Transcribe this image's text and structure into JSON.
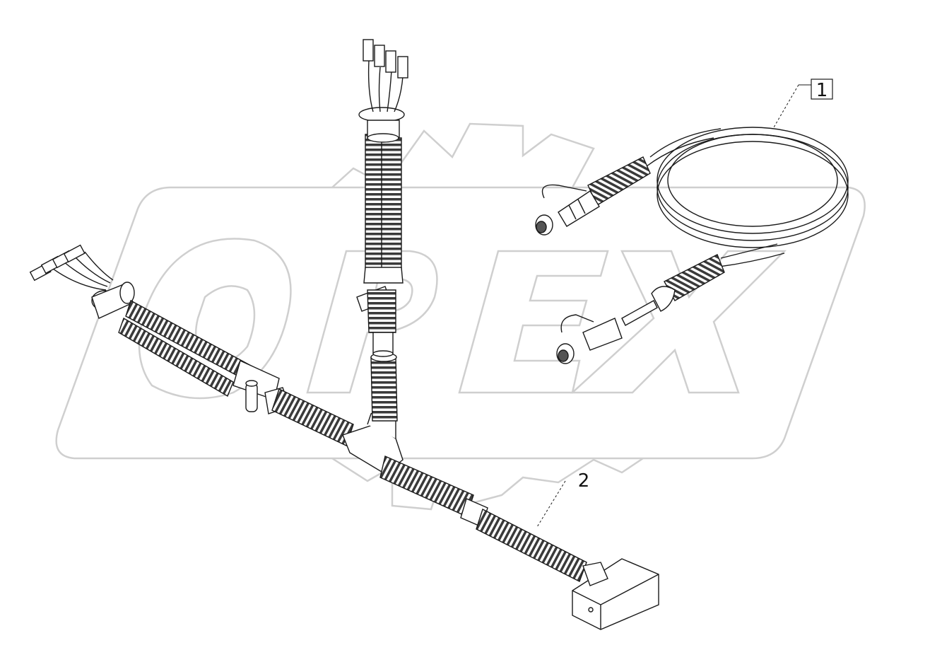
{
  "watermark": {
    "text": "OPEX",
    "color": "#cfcfcf"
  },
  "callouts": [
    {
      "id": "1",
      "text": "1"
    },
    {
      "id": "2",
      "text": "2"
    }
  ],
  "corner_mark": "",
  "colors": {
    "line": "#1a1a1a",
    "hose_fill": "#ffffff",
    "hose_shade": "#555555"
  }
}
